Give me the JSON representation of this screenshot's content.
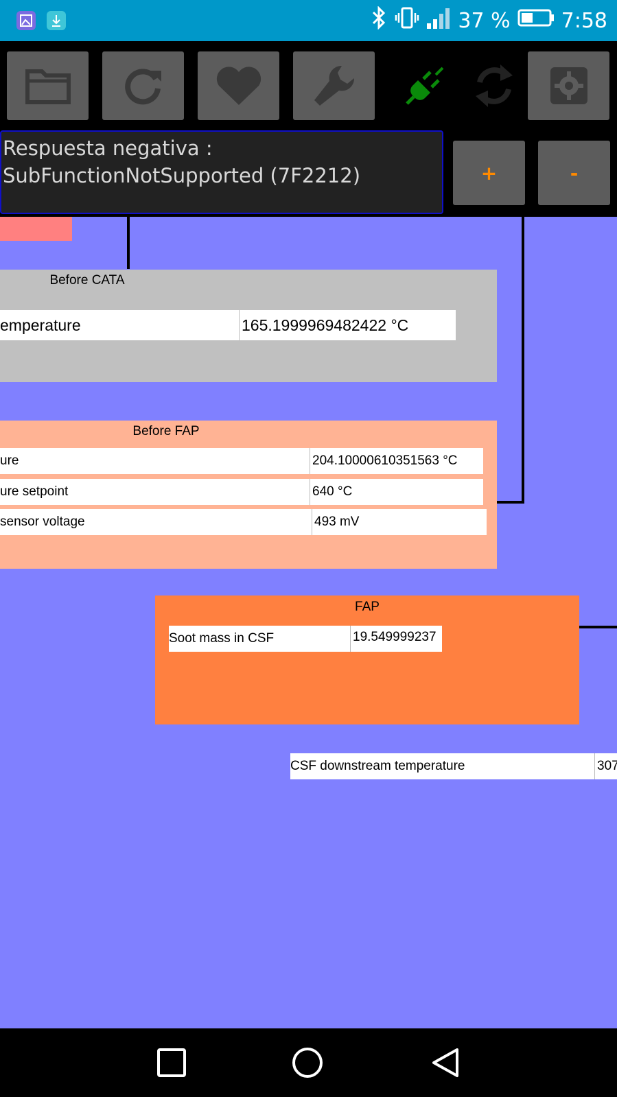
{
  "status_bar": {
    "battery_percent": "37 %",
    "time": "7:58",
    "icons": [
      "gallery-icon",
      "download-icon",
      "bluetooth-icon",
      "vibrate-icon",
      "signal-icon",
      "battery-icon"
    ]
  },
  "toolbar": {
    "buttons": [
      "folder-icon",
      "refresh-icon",
      "heart-icon",
      "wrench-icon",
      "plug-icon",
      "sync-icon",
      "gear-icon"
    ],
    "connected_color": "#0a8a0a",
    "message": "Respuesta negativa :\nSubFunctionNotSupported (7F2212)",
    "plus_label": "+",
    "minus_label": "-",
    "accent": "#ff8a00"
  },
  "canvas": {
    "background": "#8080ff",
    "before_cata": {
      "title": "Before CATA",
      "color": "#c0c0c0",
      "rows": [
        {
          "label": "emperature",
          "value": "165.1999969482422 °C"
        }
      ]
    },
    "before_fap": {
      "title": "Before FAP",
      "color": "#ffb394",
      "rows": [
        {
          "label": "ure",
          "value": "204.10000610351563 °C"
        },
        {
          "label": "ure setpoint",
          "value": "640 °C"
        },
        {
          "label": "sensor voltage",
          "value": "493 mV"
        }
      ]
    },
    "fap": {
      "title": "FAP",
      "color": "#ff8040",
      "rows": [
        {
          "label": "Soot mass in CSF",
          "value": "19.549999237"
        }
      ]
    },
    "downstream": {
      "label": "CSF downstream temperature",
      "value": "307"
    }
  }
}
